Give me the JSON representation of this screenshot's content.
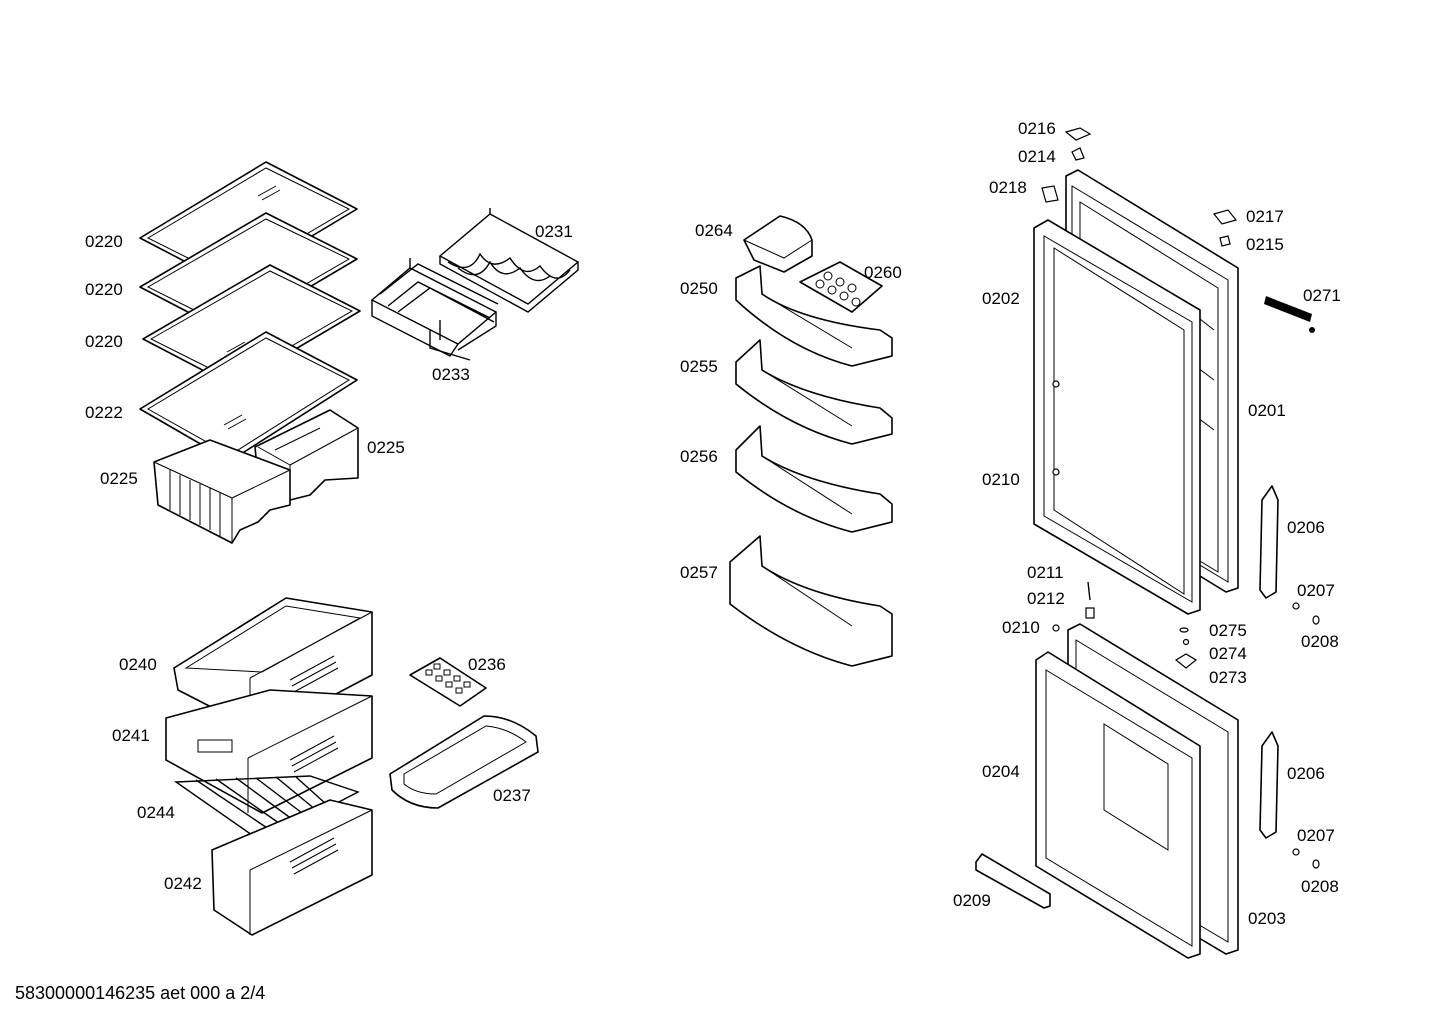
{
  "labels": {
    "p0220a": "0220",
    "p0220b": "0220",
    "p0220c": "0220",
    "p0222": "0222",
    "p0225a": "0225",
    "p0225b": "0225",
    "p0231": "0231",
    "p0233": "0233",
    "p0240": "0240",
    "p0241": "0241",
    "p0244": "0244",
    "p0242": "0242",
    "p0236": "0236",
    "p0237": "0237",
    "p0264": "0264",
    "p0260": "0260",
    "p0250": "0250",
    "p0255": "0255",
    "p0256": "0256",
    "p0257": "0257",
    "p0216": "0216",
    "p0214": "0214",
    "p0218": "0218",
    "p0217": "0217",
    "p0215": "0215",
    "p0271": "0271",
    "p0202": "0202",
    "p0201": "0201",
    "p0210a": "0210",
    "p0206a": "0206",
    "p0211": "0211",
    "p0212": "0212",
    "p0210b": "0210",
    "p0207a": "0207",
    "p0208a": "0208",
    "p0275": "0275",
    "p0274": "0274",
    "p0273": "0273",
    "p0204": "0204",
    "p0206b": "0206",
    "p0207b": "0207",
    "p0208b": "0208",
    "p0209": "0209",
    "p0203": "0203"
  },
  "footer": "58300000146235 aet 000 a 2/4"
}
